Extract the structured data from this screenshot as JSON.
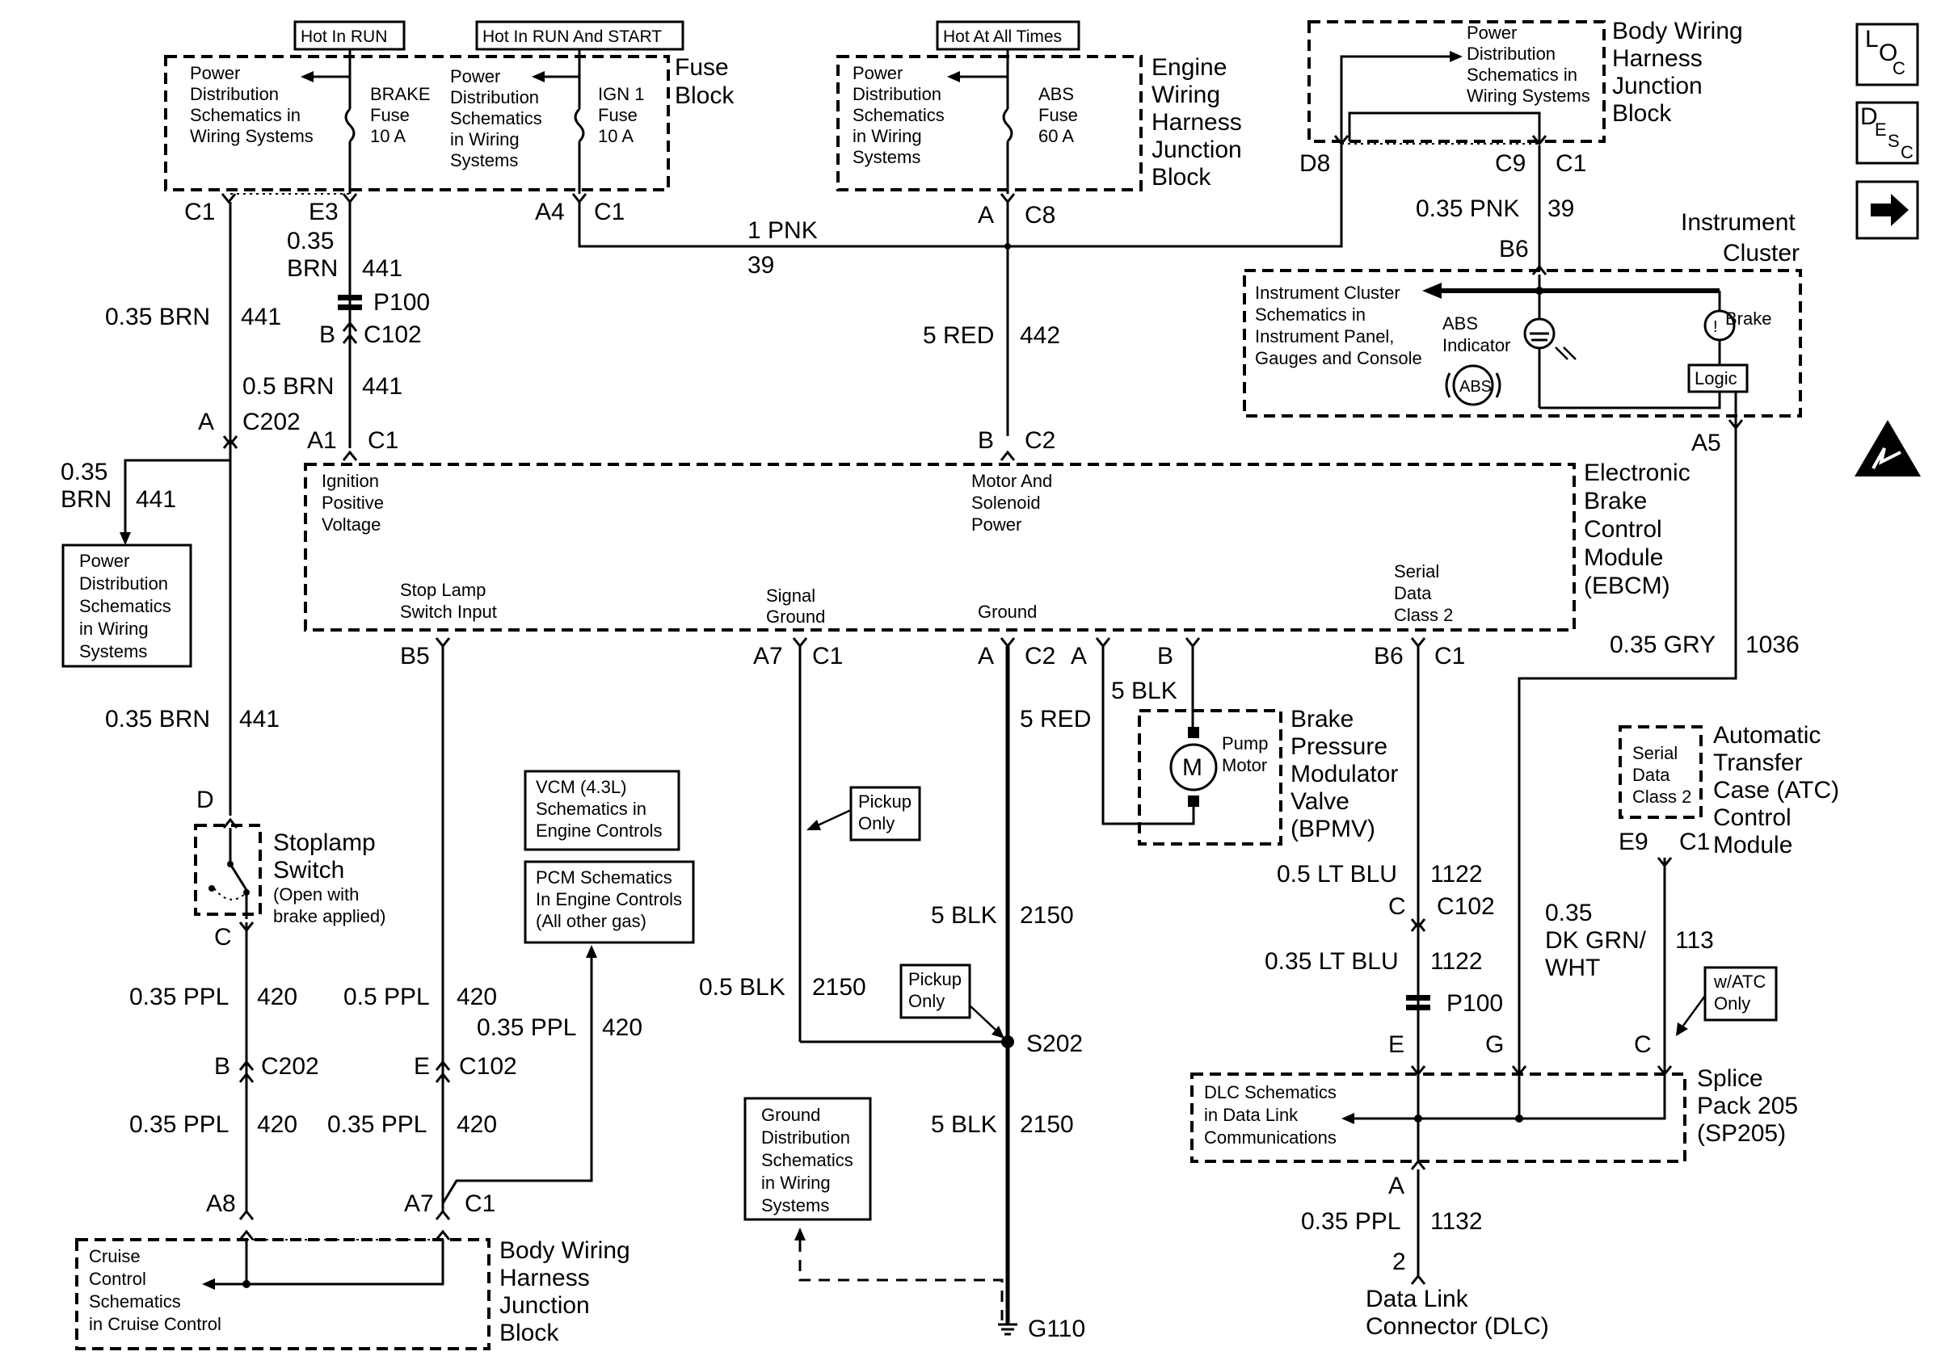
{
  "header_tags": {
    "hot_in_run": "Hot In RUN",
    "hot_in_run_start": "Hot In RUN And START",
    "hot_at_all_times": "Hot At All Times"
  },
  "fuse_block": {
    "title_line1": "Fuse",
    "title_line2": "Block",
    "ref_lines": [
      "Power",
      "Distribution",
      "Schematics in",
      "Wiring Systems"
    ],
    "brake_fuse": [
      "BRAKE",
      "Fuse",
      "10 A"
    ],
    "ref2_lines": [
      "Power",
      "Distribution",
      "Schematics",
      "in Wiring",
      "Systems"
    ],
    "ign_fuse": [
      "IGN 1",
      "Fuse",
      "10 A"
    ]
  },
  "engine_jb": {
    "title": [
      "Engine",
      "Wiring",
      "Harness",
      "Junction",
      "Block"
    ],
    "ref_lines": [
      "Power",
      "Distribution",
      "Schematics",
      "in Wiring",
      "Systems"
    ],
    "abs_fuse": [
      "ABS",
      "Fuse",
      "60 A"
    ]
  },
  "body_jb_top": {
    "title": [
      "Body Wiring",
      "Harness",
      "Junction",
      "Block"
    ],
    "ref_lines": [
      "Power",
      "Distribution",
      "Schematics in",
      "Wiring Systems"
    ]
  },
  "connectors": {
    "c1_left": "C1",
    "e3": "E3",
    "a4": "A4",
    "c1_a4": "C1",
    "a_c8": "A",
    "c8": "C8",
    "d8": "D8",
    "c9": "C9",
    "c1_c9": "C1",
    "p100": "P100",
    "b": "B",
    "c102": "C102",
    "a_c202": "A",
    "c202": "C202",
    "a1": "A1",
    "c1_a1": "C1",
    "b_c2": "B",
    "c2": "C2",
    "b6": "B6",
    "a5": "A5",
    "b5": "B5",
    "a7": "A7",
    "c1_a7": "C1",
    "a_c2g": "A",
    "c2g": "C2",
    "a_m": "A",
    "b_m": "B",
    "b6_sd": "B6",
    "c1_sd": "C1",
    "d": "D",
    "c_sw": "C",
    "b_c202": "B",
    "c202b": "C202",
    "e_c102": "E",
    "c102b": "C102",
    "c_c102": "C",
    "c102c": "C102",
    "p100b": "P100",
    "e9": "E9",
    "c1_e9": "C1",
    "e_sp": "E",
    "g_sp": "G",
    "c_sp": "C",
    "a_sp": "A",
    "two": "2",
    "a8": "A8",
    "a7b": "A7",
    "c1_a7b": "C1",
    "s202": "S202",
    "g110": "G110"
  },
  "wires": {
    "pnk1": "1 PNK",
    "n39": "39",
    "pnk035": "0.35 PNK",
    "n39b": "39",
    "brn035_top": [
      "0.35",
      "BRN"
    ],
    "n441_top": "441",
    "brn035_l": "0.35 BRN",
    "n441_l": "441",
    "red5": "5 RED",
    "n442": "442",
    "brn05": "0.5 BRN",
    "n441_m": "441",
    "brn_branch": [
      "0.35",
      "BRN"
    ],
    "n441_b": "441",
    "brn035_low": "0.35 BRN",
    "n441_low": "441",
    "gry": "0.35 GRY",
    "n1036": "1036",
    "blk5_m": "5 BLK",
    "red5_m": "5 RED",
    "ltblu05": "0.5 LT BLU",
    "n1122": "1122",
    "ltblu035": "0.35 LT BLU",
    "n1122b": "1122",
    "ppl035_a": "0.35 PPL",
    "n420_a": "420",
    "ppl05": "0.5 PPL",
    "n420_b": "420",
    "ppl035_c": "0.35 PPL",
    "n420_c": "420",
    "ppl035_d": "0.35 PPL",
    "n420_d": "420",
    "ppl035_e": "0.35 PPL",
    "n420_e": "420",
    "blk05": "0.5 BLK",
    "n2150_a": "2150",
    "blk5_a": "5 BLK",
    "n2150_b": "2150",
    "blk5_b": "5 BLK",
    "n2150_c": "2150",
    "dkgrn": [
      "0.35",
      "DK GRN/",
      "WHT"
    ],
    "n113": "113",
    "ppl035_f": "0.35 PPL",
    "n1132": "1132"
  },
  "instrument_cluster": {
    "title": [
      "Instrument",
      "Cluster"
    ],
    "ref": [
      "Instrument Cluster",
      "Schematics in",
      "Instrument Panel,",
      "Gauges and Console"
    ],
    "abs_ind": [
      "ABS",
      "Indicator"
    ],
    "abs_symbol": "ABS",
    "brake": "Brake",
    "logic": "Logic"
  },
  "ebcm": {
    "title": [
      "Electronic",
      "Brake",
      "Control",
      "Module",
      "(EBCM)"
    ],
    "ign": [
      "Ignition",
      "Positive",
      "Voltage"
    ],
    "motor": [
      "Motor And",
      "Solenoid",
      "Power"
    ],
    "stop": [
      "Stop Lamp",
      "Switch Input"
    ],
    "sig": [
      "Signal",
      "Ground"
    ],
    "gnd": "Ground",
    "sd": [
      "Serial",
      "Data",
      "Class 2"
    ]
  },
  "power_ref_left": [
    "Power",
    "Distribution",
    "Schematics",
    "in Wiring",
    "Systems"
  ],
  "stoplamp": {
    "title": [
      "Stoplamp",
      "Switch"
    ],
    "note": [
      "(Open with",
      "brake applied)"
    ]
  },
  "vcm_ref": [
    "VCM (4.3L)",
    "Schematics in",
    "Engine Controls"
  ],
  "pcm_ref": [
    "PCM Schematics",
    "In Engine Controls",
    "(All other gas)"
  ],
  "pickup_1": [
    "Pickup",
    "Only"
  ],
  "pickup_2": [
    "Pickup",
    "Only"
  ],
  "bpmv": {
    "title": [
      "Brake",
      "Pressure",
      "Modulator",
      "Valve",
      "(BPMV)"
    ],
    "pump": [
      "Pump",
      "Motor"
    ],
    "m": "M"
  },
  "atc": {
    "title": [
      "Automatic",
      "Transfer",
      "Case (ATC)",
      "Control",
      "Module"
    ],
    "sd": [
      "Serial",
      "Data",
      "Class 2"
    ]
  },
  "watc": [
    "w/ATC",
    "Only"
  ],
  "splice": {
    "title": [
      "Splice",
      "Pack 205",
      "(SP205)"
    ],
    "ref": [
      "DLC Schematics",
      "in Data Link",
      "Communications"
    ]
  },
  "dlc": [
    "Data Link",
    "Connector (DLC)"
  ],
  "ground_ref": [
    "Ground",
    "Distribution",
    "Schematics",
    "in Wiring",
    "Systems"
  ],
  "cruise": {
    "ref": [
      "Cruise",
      "Control",
      "Schematics",
      "in Cruise Control"
    ],
    "title": [
      "Body Wiring",
      "Harness",
      "Junction",
      "Block"
    ]
  },
  "side_icons": {
    "loc": [
      "L",
      "O",
      "C"
    ],
    "desc": [
      "D",
      "E",
      "S",
      "C"
    ]
  }
}
